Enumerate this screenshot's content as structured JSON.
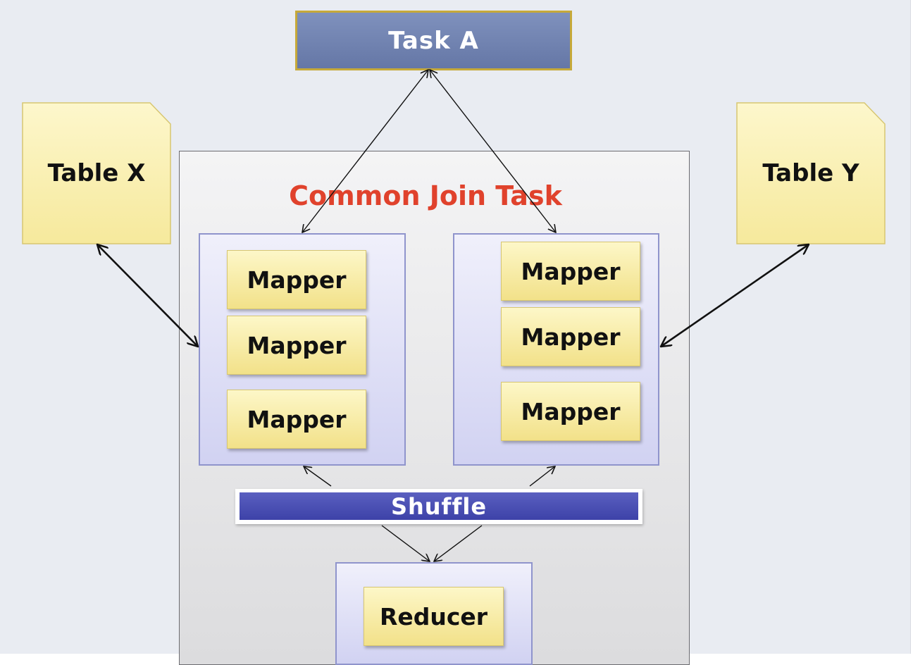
{
  "task_a": {
    "label": "Task A"
  },
  "table_x": {
    "label": "Table X"
  },
  "table_y": {
    "label": "Table Y"
  },
  "common_join_task": {
    "title": "Common Join Task"
  },
  "left_mappers": [
    "Mapper",
    "Mapper",
    "Mapper"
  ],
  "right_mappers": [
    "Mapper",
    "Mapper",
    "Mapper"
  ],
  "shuffle": {
    "label": "Shuffle"
  },
  "reducer": {
    "label": "Reducer"
  },
  "colors": {
    "background": "#e9ecf2",
    "task_box": "#7485b3",
    "table_card": "#fbf2b2",
    "mapper": "#f7ebaa",
    "group": "#dcddf5",
    "shuffle": "#4a4fb3",
    "title_red": "#e0422c"
  }
}
